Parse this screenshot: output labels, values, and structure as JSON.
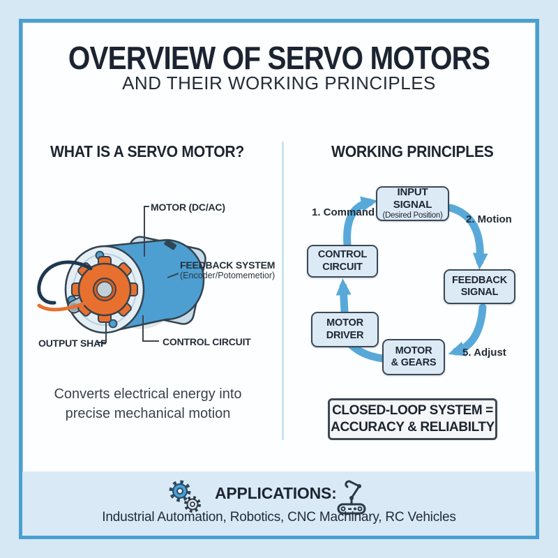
{
  "palette": {
    "page_bg": "#d6e8f4",
    "card_bg": "#fdfeff",
    "card_border": "#4b9fce",
    "footer_bg": "#d9eaf6",
    "node_fill": "#dceaf6",
    "node_border": "#3c4955",
    "arrow_blue": "#58a9d9",
    "text_dark": "#1d2531",
    "motor_blue": "#4d9fd1",
    "gear_orange": "#e8702f"
  },
  "header": {
    "title": "OVERVIEW OF SERVO MOTORS",
    "subtitle": "AND THEIR WORKING PRINCIPLES"
  },
  "left_panel": {
    "heading": "WHAT IS A SERVO MOTOR?",
    "callouts": {
      "motor": "MOTOR (DC/AC)",
      "feedback_title": "FEEDBACK SYSTEM",
      "feedback_sub": "(Encoder/Potomemetior)",
      "control": "CONTROL CIRCUIT",
      "output_shaft": "OUTPUT SHAF"
    },
    "caption": "Converts electrical energy into precise mechanical motion"
  },
  "right_panel": {
    "heading": "WORKING PRINCIPLES",
    "nodes": {
      "input": {
        "line1": "INPUT SIGNAL",
        "line2": "(Desired Position)"
      },
      "control": {
        "line1": "CONTROL",
        "line2": "CIRCUIT"
      },
      "feedback": {
        "line1": "FEEDBACK",
        "line2": "SIGNAL"
      },
      "driver": {
        "line1": "MOTOR",
        "line2": "DRIVER"
      },
      "gears": {
        "line1": "MOTOR",
        "line2": "& GEARS"
      }
    },
    "steps": {
      "command": "1. Command",
      "motion": "2. Motion",
      "adjust": "5. Adjust"
    },
    "summary": {
      "line1": "CLOSED-LOOP SYSTEM =",
      "line2": "ACCURACY & RELIABILTY"
    }
  },
  "footer": {
    "heading": "APPLICATIONS:",
    "items": "Industrial Automation, Robotics, CNC Machinary, RC Vehicles"
  }
}
